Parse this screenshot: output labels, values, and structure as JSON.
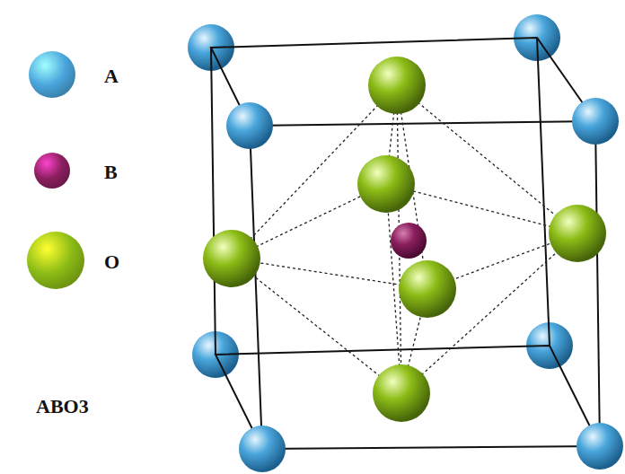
{
  "diagram": {
    "labels": [
      "ABO3"
    ],
    "legend": [
      {
        "text": "A",
        "color": "#4aa6dc"
      },
      {
        "text": "B",
        "color": "#8a1f5e"
      },
      {
        "text": "O",
        "color": "#8cbc16"
      }
    ]
  }
}
